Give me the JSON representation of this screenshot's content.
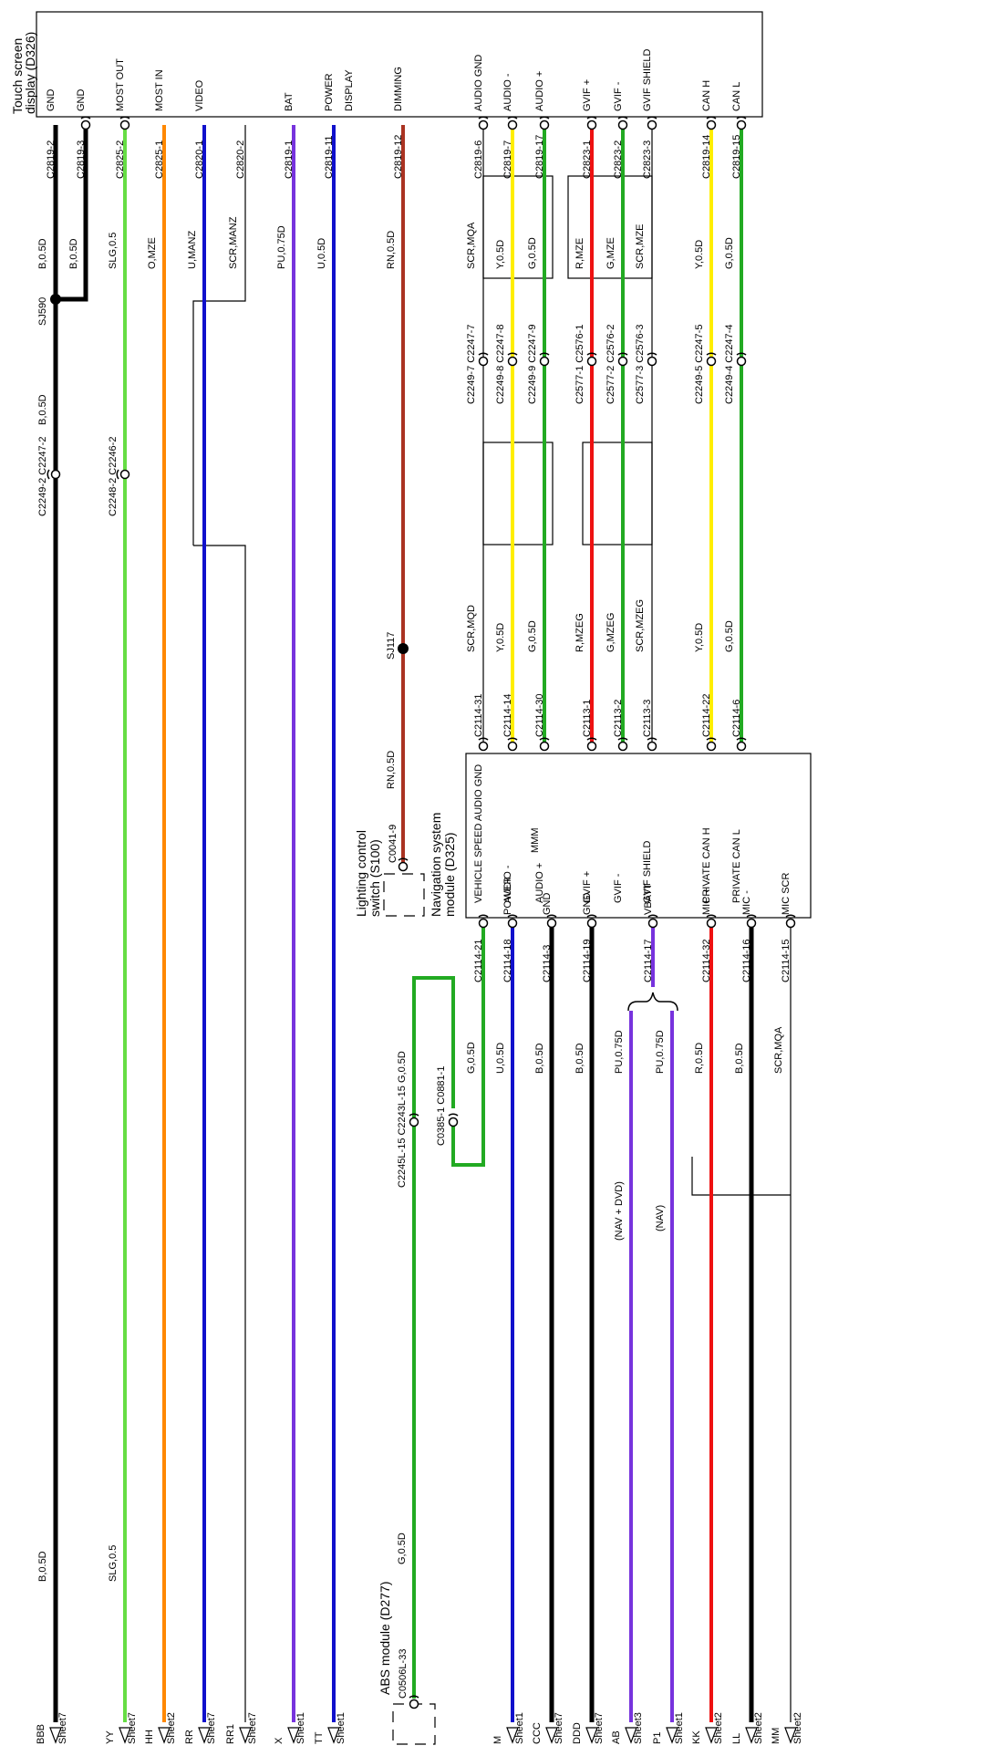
{
  "modules": {
    "touch_screen": {
      "title_line1": "Touch screen",
      "title_line2": "display (D326)"
    },
    "nav_module": {
      "title_line1": "Navigation system",
      "title_line2": "module (D325)"
    },
    "lighting_switch": {
      "title_line1": "Lighting control",
      "title_line2": "switch (S100)",
      "connector": "C0041-9"
    },
    "abs_module": {
      "title": "ABS module (D277)",
      "connector": "C0506L-33"
    }
  },
  "touch_pins": [
    {
      "label": "GND",
      "connector": "C2819-2"
    },
    {
      "label": "GND",
      "connector": "C2819-3"
    },
    {
      "label": "MOST OUT",
      "connector": "C2825-2"
    },
    {
      "label": "MOST IN",
      "connector": "C2825-1"
    },
    {
      "label": "VIDEO",
      "connector": "C2820-1"
    },
    {
      "label": "",
      "connector": "C2820-2"
    },
    {
      "label": "BAT",
      "connector": "C2819-1"
    },
    {
      "label": "POWER",
      "connector": "C2819-11"
    },
    {
      "label": "DISPLAY",
      "connector": ""
    },
    {
      "label": "DIMMING",
      "connector": "C2819-12"
    },
    {
      "label": "AUDIO GND",
      "connector": "C2819-6"
    },
    {
      "label": "AUDIO -",
      "connector": "C2819-7"
    },
    {
      "label": "AUDIO +",
      "connector": "C2819-17"
    },
    {
      "label": "GVIF +",
      "connector": "C2823-1"
    },
    {
      "label": "GVIF -",
      "connector": "C2823-2"
    },
    {
      "label": "GVIF SHIELD",
      "connector": "C2823-3"
    },
    {
      "label": "CAN H",
      "connector": "C2819-14"
    },
    {
      "label": "CAN L",
      "connector": "C2819-15"
    }
  ],
  "nav_pins_top": [
    {
      "label": "VEHICLE SPEED AUDIO GND",
      "connector": "C2114-31"
    },
    {
      "label": "AUDIO -",
      "connector": "C2114-14"
    },
    {
      "label": "AUDIO +",
      "connector": "C2114-30"
    },
    {
      "label": "GVIF +",
      "connector": "C2113-1"
    },
    {
      "label": "GVIF -",
      "connector": "C2113-2"
    },
    {
      "label": "GVIF SHIELD",
      "connector": "C2113-3"
    },
    {
      "label": "PRIVATE CAN H",
      "connector": "C2114-22"
    },
    {
      "label": "PRIVATE CAN L",
      "connector": "C2114-6"
    }
  ],
  "nav_pins_bottom": [
    {
      "label": "",
      "connector": "C2114-21"
    },
    {
      "label": "POWER",
      "connector": "C2114-18"
    },
    {
      "label": "GND",
      "connector": "C2114-3"
    },
    {
      "label": "GND",
      "connector": "C2114-19"
    },
    {
      "label": "VBATT",
      "connector": "C2114-17"
    },
    {
      "label": "MIC +",
      "connector": "C2114-32"
    },
    {
      "label": "MIC -",
      "connector": "C2114-16"
    },
    {
      "label": "MIC SCR",
      "connector": "C2114-15"
    }
  ],
  "nav_extra_label": "MMM",
  "wire_labels": [
    {
      "text": "B,0.5D"
    },
    {
      "text": "B,0.5D"
    },
    {
      "text": "B,0.5D"
    },
    {
      "text": "B,0.5D"
    },
    {
      "text": "SLG,0.5"
    },
    {
      "text": "SLG,0.5"
    },
    {
      "text": "O,MZE"
    },
    {
      "text": "U,MANZ"
    },
    {
      "text": "SCR,MANZ"
    },
    {
      "text": "PU,0.75D"
    },
    {
      "text": "U,0.5D"
    },
    {
      "text": "RN,0.5D"
    },
    {
      "text": "RN,0.5D"
    },
    {
      "text": "SCR,MQA"
    },
    {
      "text": "Y,0.5D"
    },
    {
      "text": "G,0.5D"
    },
    {
      "text": "R,MZE"
    },
    {
      "text": "G,MZE"
    },
    {
      "text": "SCR,MZE"
    },
    {
      "text": "Y,0.5D"
    },
    {
      "text": "G,0.5D"
    },
    {
      "text": "SCR,MQD"
    },
    {
      "text": "Y,0.5D"
    },
    {
      "text": "G,0.5D"
    },
    {
      "text": "R,MZEG"
    },
    {
      "text": "G,MZEG"
    },
    {
      "text": "SCR,MZEG"
    },
    {
      "text": "Y,0.5D"
    },
    {
      "text": "G,0.5D"
    },
    {
      "text": "G,0.5D"
    },
    {
      "text": "U,0.5D"
    },
    {
      "text": "B,0.5D"
    },
    {
      "text": "B,0.5D"
    },
    {
      "text": "PU,0.75D"
    },
    {
      "text": "PU,0.75D"
    },
    {
      "text": "R,0.5D"
    },
    {
      "text": "B,0.5D"
    },
    {
      "text": "SCR,MQA"
    },
    {
      "text": "G,0.5D"
    },
    {
      "text": "(NAV + DVD)"
    },
    {
      "text": "(NAV)"
    }
  ],
  "splices": [
    {
      "text": "SJ590"
    },
    {
      "text": "SJ117"
    }
  ],
  "connectors": [
    {
      "text": "C2249-2 C2247-2"
    },
    {
      "text": "C2248-2 C2246-2"
    },
    {
      "text": "C2249-7 C2247-7"
    },
    {
      "text": "C2249-8 C2247-8"
    },
    {
      "text": "C2249-9 C2247-9"
    },
    {
      "text": "C2577-1 C2576-1"
    },
    {
      "text": "C2577-2 C2576-2"
    },
    {
      "text": "C2577-3 C2576-3"
    },
    {
      "text": "C2249-5 C2247-5"
    },
    {
      "text": "C2249-4 C2247-4"
    },
    {
      "text": "C2245L-15 C2243L-15 G,0.5D"
    },
    {
      "text": "C0385-1 C0881-1"
    }
  ],
  "bottom_refs": [
    {
      "code": "BBB",
      "sheet": "Sheet7"
    },
    {
      "code": "YY",
      "sheet": "Sheet7"
    },
    {
      "code": "HH",
      "sheet": "Sheet2"
    },
    {
      "code": "RR",
      "sheet": "Sheet7"
    },
    {
      "code": "RR1",
      "sheet": "Sheet7"
    },
    {
      "code": "X",
      "sheet": "Sheet1"
    },
    {
      "code": "TT",
      "sheet": "Sheet1"
    },
    {
      "code": "M",
      "sheet": "Sheet1"
    },
    {
      "code": "CCC",
      "sheet": "Sheet7"
    },
    {
      "code": "DDD",
      "sheet": "Sheet7"
    },
    {
      "code": "AB",
      "sheet": "Sheet3"
    },
    {
      "code": "P1",
      "sheet": "Sheet1"
    },
    {
      "code": "KK",
      "sheet": "Sheet2"
    },
    {
      "code": "LL",
      "sheet": "Sheet2"
    },
    {
      "code": "MM",
      "sheet": "Sheet2"
    }
  ],
  "wire_colors": {
    "black": "#000000",
    "slg": "#66dd44",
    "orange": "#ff8800",
    "blue": "#1010cc",
    "purple": "#7733dd",
    "brown": "#aa3322",
    "yellow": "#ffee00",
    "green": "#22aa22",
    "red": "#ee1111"
  }
}
